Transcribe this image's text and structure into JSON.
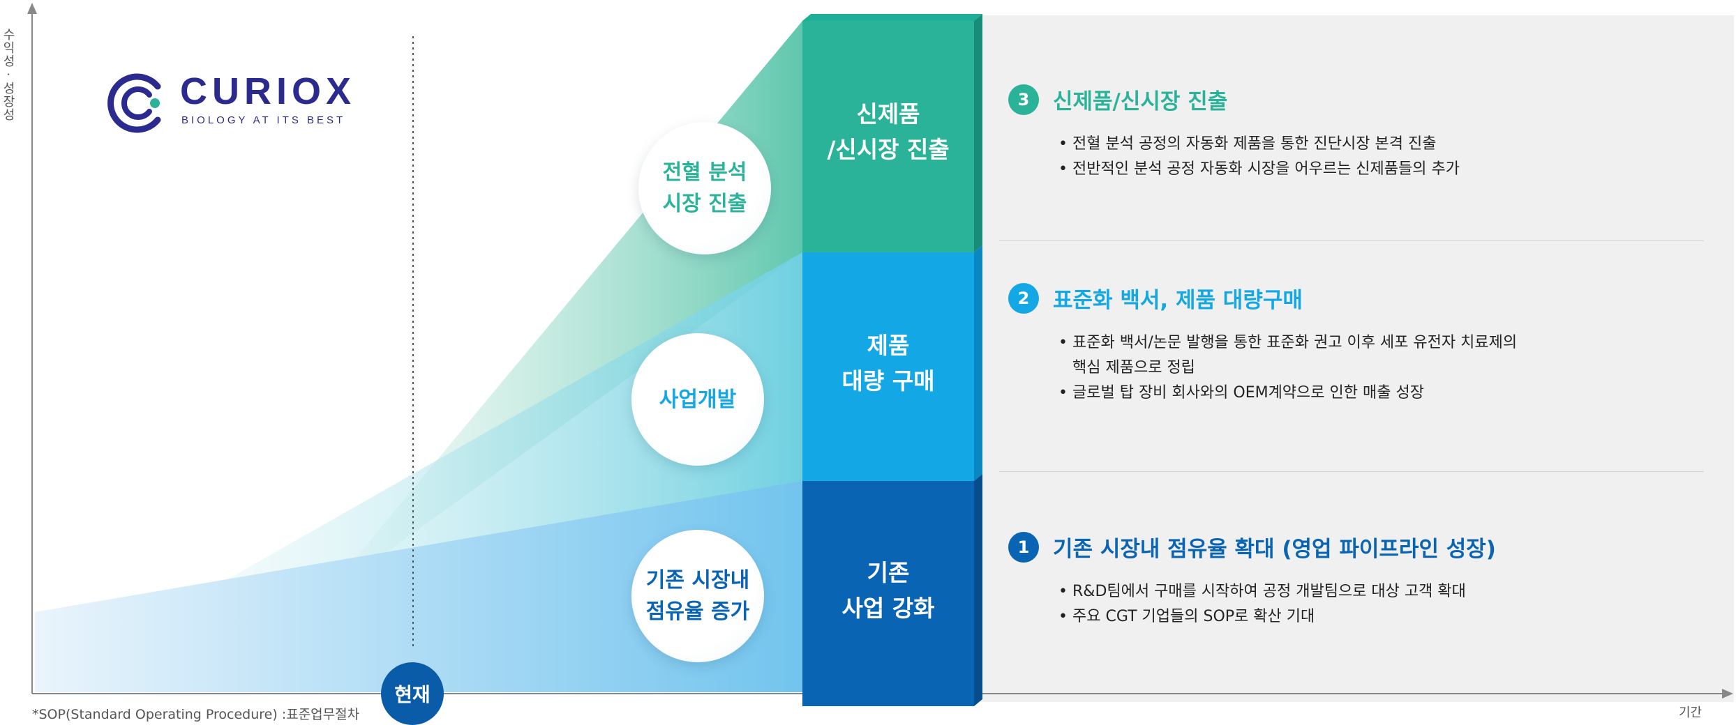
{
  "axes": {
    "y_label": "수익성 · 성장성",
    "x_label": "기간"
  },
  "logo": {
    "name": "CURIOX",
    "tagline": "BIOLOGY AT ITS BEST"
  },
  "stages": [
    {
      "circle": "전혈 분석\n시장 진출",
      "pillar": "신제품\n/신시장 진출"
    },
    {
      "circle": "사업개발",
      "pillar": "제품\n대량 구매"
    },
    {
      "circle": "기존 시장내\n점유율 증가",
      "pillar": "기존\n사업 강화"
    }
  ],
  "now_label": "현재",
  "sections": [
    {
      "number": "3",
      "title": "신제품/신시장 진출",
      "bullets": [
        "전혈 분석 공정의 자동화 제품을 통한 진단시장 본격 진출",
        "전반적인 분석 공정 자동화 시장을 어우르는 신제품들의 추가"
      ]
    },
    {
      "number": "2",
      "title": "표준화 백서, 제품 대량구매",
      "bullets": [
        "표준화 백서/논문 발행을 통한 표준화 권고 이후 세포 유전자 치료제의\n핵심 제품으로 정립",
        "글로벌 탑 장비 회사와의 OEM계약으로 인한 매출 성장"
      ]
    },
    {
      "number": "1",
      "title": "기존 시장내 점유율 확대 (영업 파이프라인 성장)",
      "bullets": [
        "R&D팀에서 구매를 시작하여 공정 개발팀으로 대상 고객 확대",
        "주요 CGT 기업들의 SOP로 확산 기대"
      ]
    }
  ],
  "footnote": "*SOP(Standard Operating Procedure) :표준업무절차",
  "colors": {
    "green": "#2bb39a",
    "cyan": "#13a7e6",
    "blue": "#0a64b4",
    "navy": "#2b2b8f"
  }
}
